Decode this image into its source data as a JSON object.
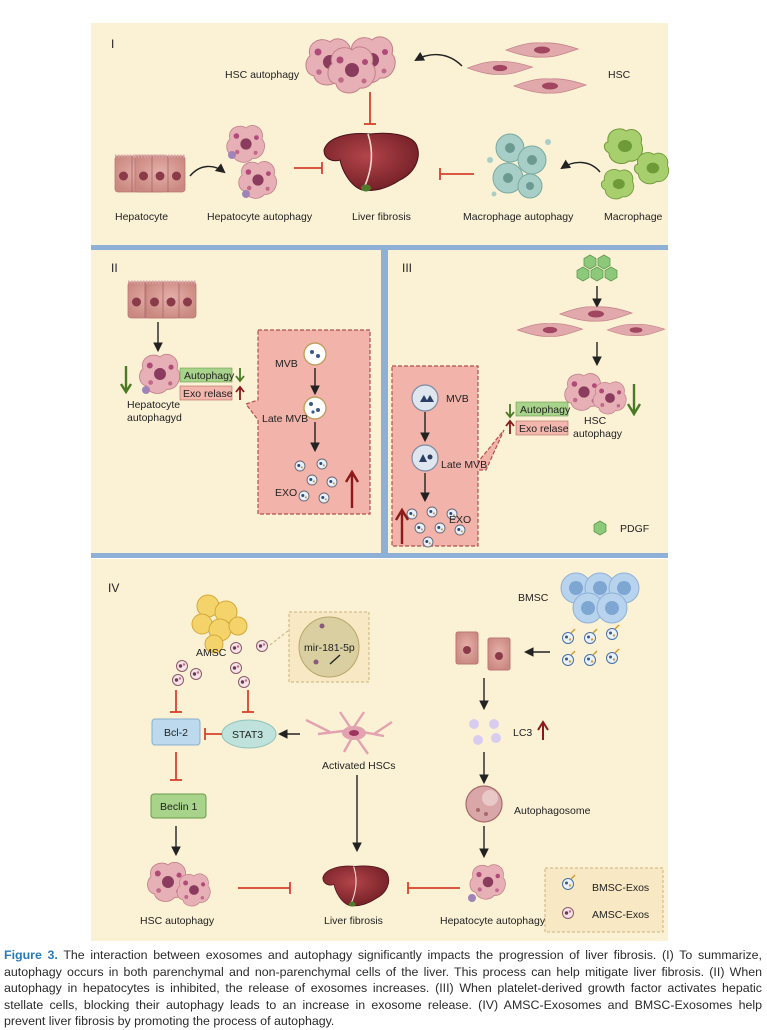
{
  "panels": {
    "p1": {
      "roman": "I",
      "hsc_autophagy": "HSC autophagy",
      "hsc": "HSC",
      "hepatocyte": "Hepatocyte",
      "hepatocyte_autophagy": "Hepatocyte autophagy",
      "liver_fibrosis": "Liver fibrosis",
      "macrophage_autophagy": "Macrophage autophagy",
      "macrophage": "Macrophage"
    },
    "p2": {
      "roman": "II",
      "hepatocyte_line1": "Hepatocyte",
      "hepatocyte_line2": "autophagyd",
      "autophagy_tag": "Autophagy",
      "exo_tag": "Exo relase",
      "mvb": "MVB",
      "late_mvb": "Late MVB",
      "exo": "EXO"
    },
    "p3": {
      "roman": "III",
      "mvb": "MVB",
      "late_mvb": "Late MVB",
      "exo": "EXO",
      "autophagy_tag": "Autophagy",
      "exo_tag": "Exo relase",
      "hsc_line1": "HSC",
      "hsc_line2": "autophagy",
      "pdgf": "PDGF"
    },
    "p4": {
      "roman": "IV",
      "amsc": "AMSC",
      "mir": "mir-181-5p",
      "bcl2": "Bcl-2",
      "stat3": "STAT3",
      "beclin": "Beclin 1",
      "activated_hscs": "Activated HSCs",
      "hsc_autophagy": "HSC autophagy",
      "liver_fibrosis": "Liver fibrosis",
      "hepatocyte_autophagy": "Hepatocyte autophagy",
      "bmsc": "BMSC",
      "lc3": "LC3",
      "autophagosome": "Autophagosome",
      "legend_bmsc": "BMSC-Exos",
      "legend_amsc": "AMSC-Exos"
    }
  },
  "caption": {
    "head": "Figure 3.",
    "body": " The interaction between exosomes and autophagy significantly impacts the progression of liver fibrosis. (I) To summarize, autophagy occurs in both parenchymal and non-parenchymal cells of the liver. This process can help mitigate liver fibrosis. (II) When autophagy in hepatocytes is inhibited, the release of exosomes increases. (III) When platelet-derived growth factor activates hepatic stellate cells, blocking their autophagy leads to an increase in exosome release. (IV) AMSC-Exosomes and BMSC-Exosomes help prevent liver fibrosis by promoting the process of autophagy."
  },
  "colors": {
    "panel_bg": "#fbf2d6",
    "divider": "#8fb0d6",
    "pink_box": "#f2b3aa",
    "inhibit_red": "#d8412c",
    "up_arrow": "#8b1a1a",
    "down_arrow": "#4a7a23",
    "green_tag": "#a8d38a",
    "pink_tag": "#f3b7ae"
  },
  "icons": {
    "liver": "liver-icon",
    "hepatocyte_cells": "hepatocyte-cells-icon",
    "autophagy_cell": "autophagy-cell-icon",
    "hsc_cells": "stellate-cell-icon",
    "macrophage": "macrophage-icon",
    "mvb": "mvb-vesicle-icon",
    "exosome": "exosome-icon",
    "pdgf": "hexagon-icon",
    "bmsc": "bmsc-cluster-icon",
    "amsc": "amsc-cluster-icon",
    "activated_hsc": "activated-hsc-icon",
    "autophagosome": "autophagosome-icon"
  }
}
